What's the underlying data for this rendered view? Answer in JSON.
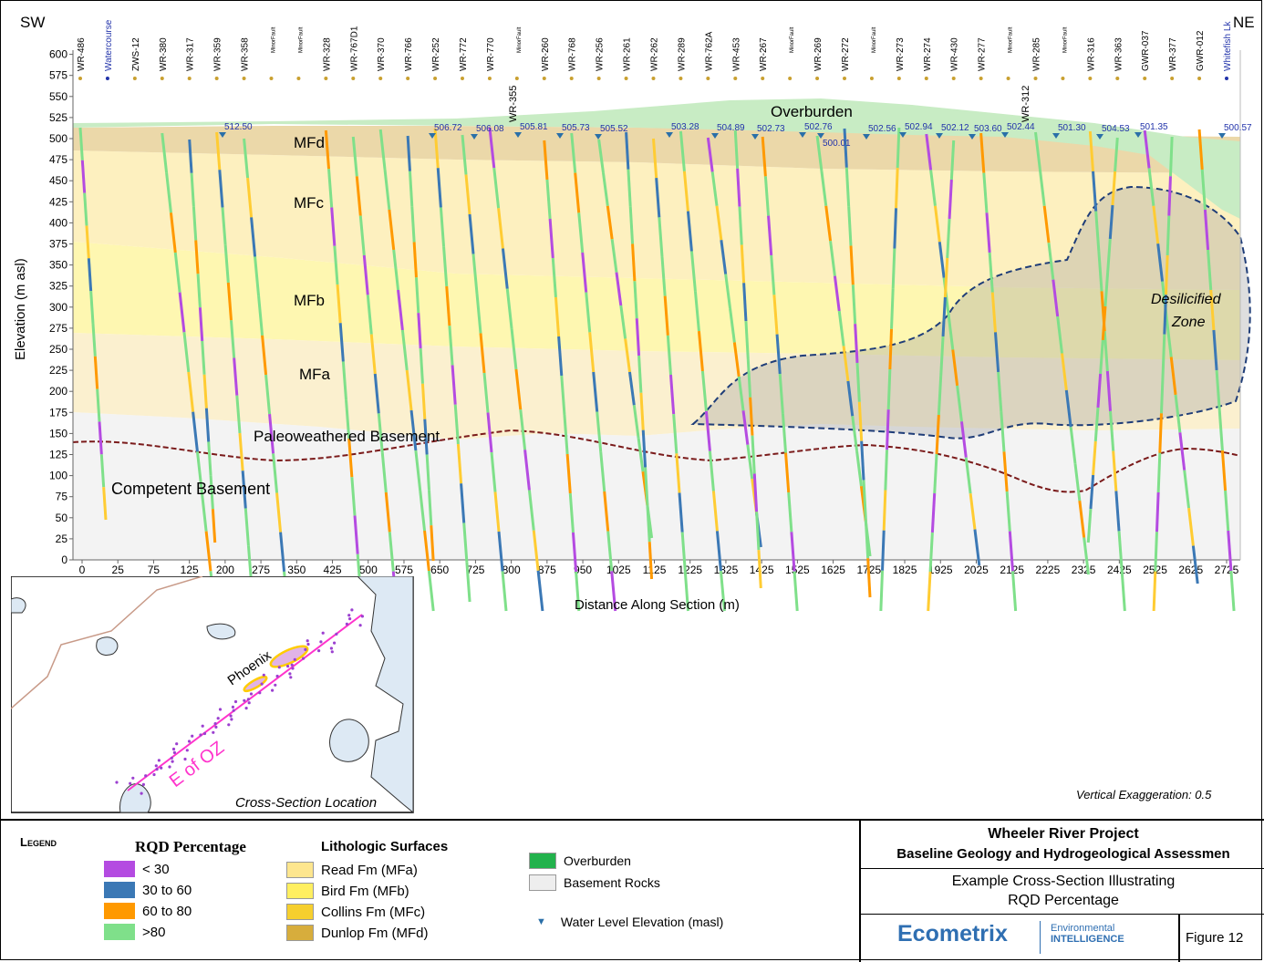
{
  "corners": {
    "left": "SW",
    "right": "NE"
  },
  "y_axis_label": "Elevation (m asl)",
  "x_axis_label": "Distance Along Section (m)",
  "y_ticks": [
    "0",
    "25",
    "50",
    "75",
    "100",
    "125",
    "150",
    "175",
    "200",
    "225",
    "250",
    "275",
    "300",
    "325",
    "350",
    "375",
    "400",
    "425",
    "450",
    "475",
    "500",
    "525",
    "550",
    "575",
    "600"
  ],
  "x_ticks": [
    "0",
    "25",
    "75",
    "125",
    "200",
    "275",
    "350",
    "425",
    "500",
    "575",
    "650",
    "725",
    "800",
    "875",
    "950",
    "1025",
    "1125",
    "1225",
    "1325",
    "1425",
    "1525",
    "1625",
    "1725",
    "1825",
    "1925",
    "2025",
    "2125",
    "2225",
    "2325",
    "2425",
    "2525",
    "2625",
    "2725"
  ],
  "boreholes": [
    "WR-486",
    "Watercourse",
    "ZWS-12",
    "WR-380",
    "WR-317",
    "WR-359",
    "WR-358",
    "MinorFault",
    "MinorFault",
    "WR-328",
    "WR-767D1",
    "WR-370",
    "WR-766",
    "WR-252",
    "WR-772",
    "WR-770",
    "MinorFault",
    "WR-260",
    "WR-768",
    "WR-256",
    "WR-261",
    "WR-262",
    "WR-289",
    "WR-762A",
    "WR-453",
    "WR-267",
    "MinorFault",
    "WR-269",
    "WR-272",
    "MinorFault",
    "WR-273",
    "WR-274",
    "WR-430",
    "WR-277",
    "MinorFault",
    "WR-285",
    "MinorFault",
    "WR-316",
    "WR-363",
    "GWR-037",
    "WR-377",
    "GWR-012",
    "Whitefish Lk"
  ],
  "lower_borehole_labels": [
    "WR-355",
    "WR-312"
  ],
  "water_levels": [
    "512.50",
    "506.72",
    "506.08",
    "505.81",
    "505.73",
    "505.52",
    "503.28",
    "504.89",
    "502.73",
    "502.76",
    "500.01",
    "502.56",
    "502.94",
    "502.12",
    "503.60",
    "502.44",
    "501.30",
    "504.53",
    "501.35",
    "500.57"
  ],
  "units": {
    "overburden": "Overburden",
    "mfd": "MFd",
    "mfc": "MFc",
    "mfb": "MFb",
    "mfa": "MFa",
    "paleo": "Paleoweathered Basement",
    "competent": "Competent Basement",
    "desil1": "Desilicified",
    "desil2": "Zone"
  },
  "vertical_exaggeration": "Vertical Exaggeration: 0.5",
  "inset": {
    "caption": "Cross-Section Location",
    "deposit": "Phoenix",
    "section": "E of OZ"
  },
  "legend": {
    "title": "Legend",
    "rqd_title": "RQD Percentage",
    "rqd": [
      {
        "label": "< 30",
        "color": "#b44be1"
      },
      {
        "label": "30 to 60",
        "color": "#3b78b5"
      },
      {
        "label": "60 to 80",
        "color": "#ff9900"
      },
      {
        "label": ">80",
        "color": "#7fe08a"
      }
    ],
    "litho_title": "Lithologic Surfaces",
    "litho": [
      {
        "label": "Read Fm (MFa)",
        "color": "#fde68e"
      },
      {
        "label": "Bird Fm (MFb)",
        "color": "#ffef60"
      },
      {
        "label": "Collins Fm (MFc)",
        "color": "#f6cf2e"
      },
      {
        "label": "Dunlop Fm (MFd)",
        "color": "#d7ad3c"
      }
    ],
    "other": [
      {
        "label": "Overburden",
        "color": "#22b24c"
      },
      {
        "label": "Basement Rocks",
        "color": "#eeeeee"
      }
    ],
    "water_level": "Water Level Elevation (masl)"
  },
  "title_block": {
    "project": "Wheeler River Project",
    "subtitle": "Baseline Geology and Hydrogeological Assessmen",
    "desc1": "Example Cross-Section Illustrating",
    "desc2": "RQD Percentage",
    "logo_main": "Ecometrix",
    "logo_sub1": "Environmental",
    "logo_sub2": "INTELLIGENCE",
    "figure": "Figure 12"
  }
}
